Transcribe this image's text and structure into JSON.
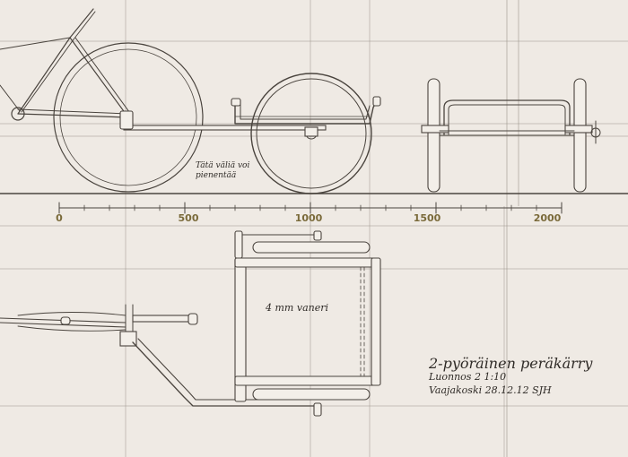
{
  "drawing": {
    "note_gap_line1": "Tätä väliä voi",
    "note_gap_line2": "pienentää",
    "panel_label": "4 mm vaneri",
    "title": "2-pyöräinen peräkärry",
    "subtitle": "Luonnos 2 1:10",
    "place_date": "Vaajakoski 28.12.12 SJH"
  },
  "scale": {
    "ticks": [
      "0",
      "500",
      "1000",
      "1500",
      "2000"
    ]
  },
  "colors": {
    "paper": "#efeae4",
    "ink": "#4a443e",
    "scale_label": "#7a6a3a"
  }
}
